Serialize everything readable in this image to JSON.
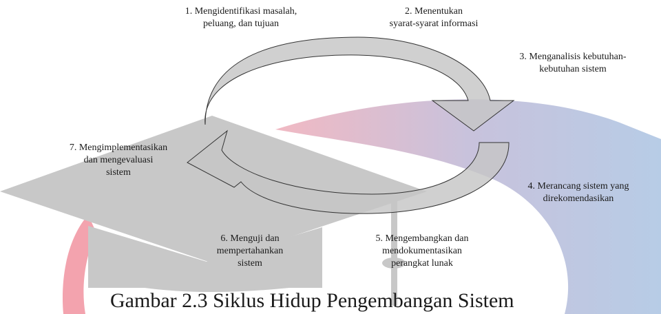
{
  "steps": [
    {
      "n": 1,
      "line1": "1. Mengidentifikasi masalah,",
      "line2": "peluang, dan tujuan"
    },
    {
      "n": 2,
      "line1": "2. Menentukan",
      "line2": "syarat-syarat informasi"
    },
    {
      "n": 3,
      "line1": "3. Menganalisis kebutuhan-",
      "line2": "kebutuhan sistem"
    },
    {
      "n": 4,
      "line1": "4. Merancang sistem yang",
      "line2": "direkomendasikan"
    },
    {
      "n": 5,
      "line1": "5. Mengembangkan dan",
      "line2": "mendokumentasikan",
      "line3": "perangkat lunak"
    },
    {
      "n": 6,
      "line1": "6. Menguji dan",
      "line2": "mempertahankan",
      "line3": "sistem"
    },
    {
      "n": 7,
      "line1": "7. Mengimplementasikan",
      "line2": "dan mengevaluasi",
      "line3": "sistem"
    }
  ],
  "caption": "Gambar 2.3 Siklus Hidup Pengembangan Sistem",
  "colors": {
    "watermark_blue": "#bccfe6",
    "watermark_pink": "#f3a3ae",
    "watermark_gray": "#c8c8c8",
    "arrow_fill": "#c6c6c6",
    "arrow_stroke": "#333333"
  }
}
